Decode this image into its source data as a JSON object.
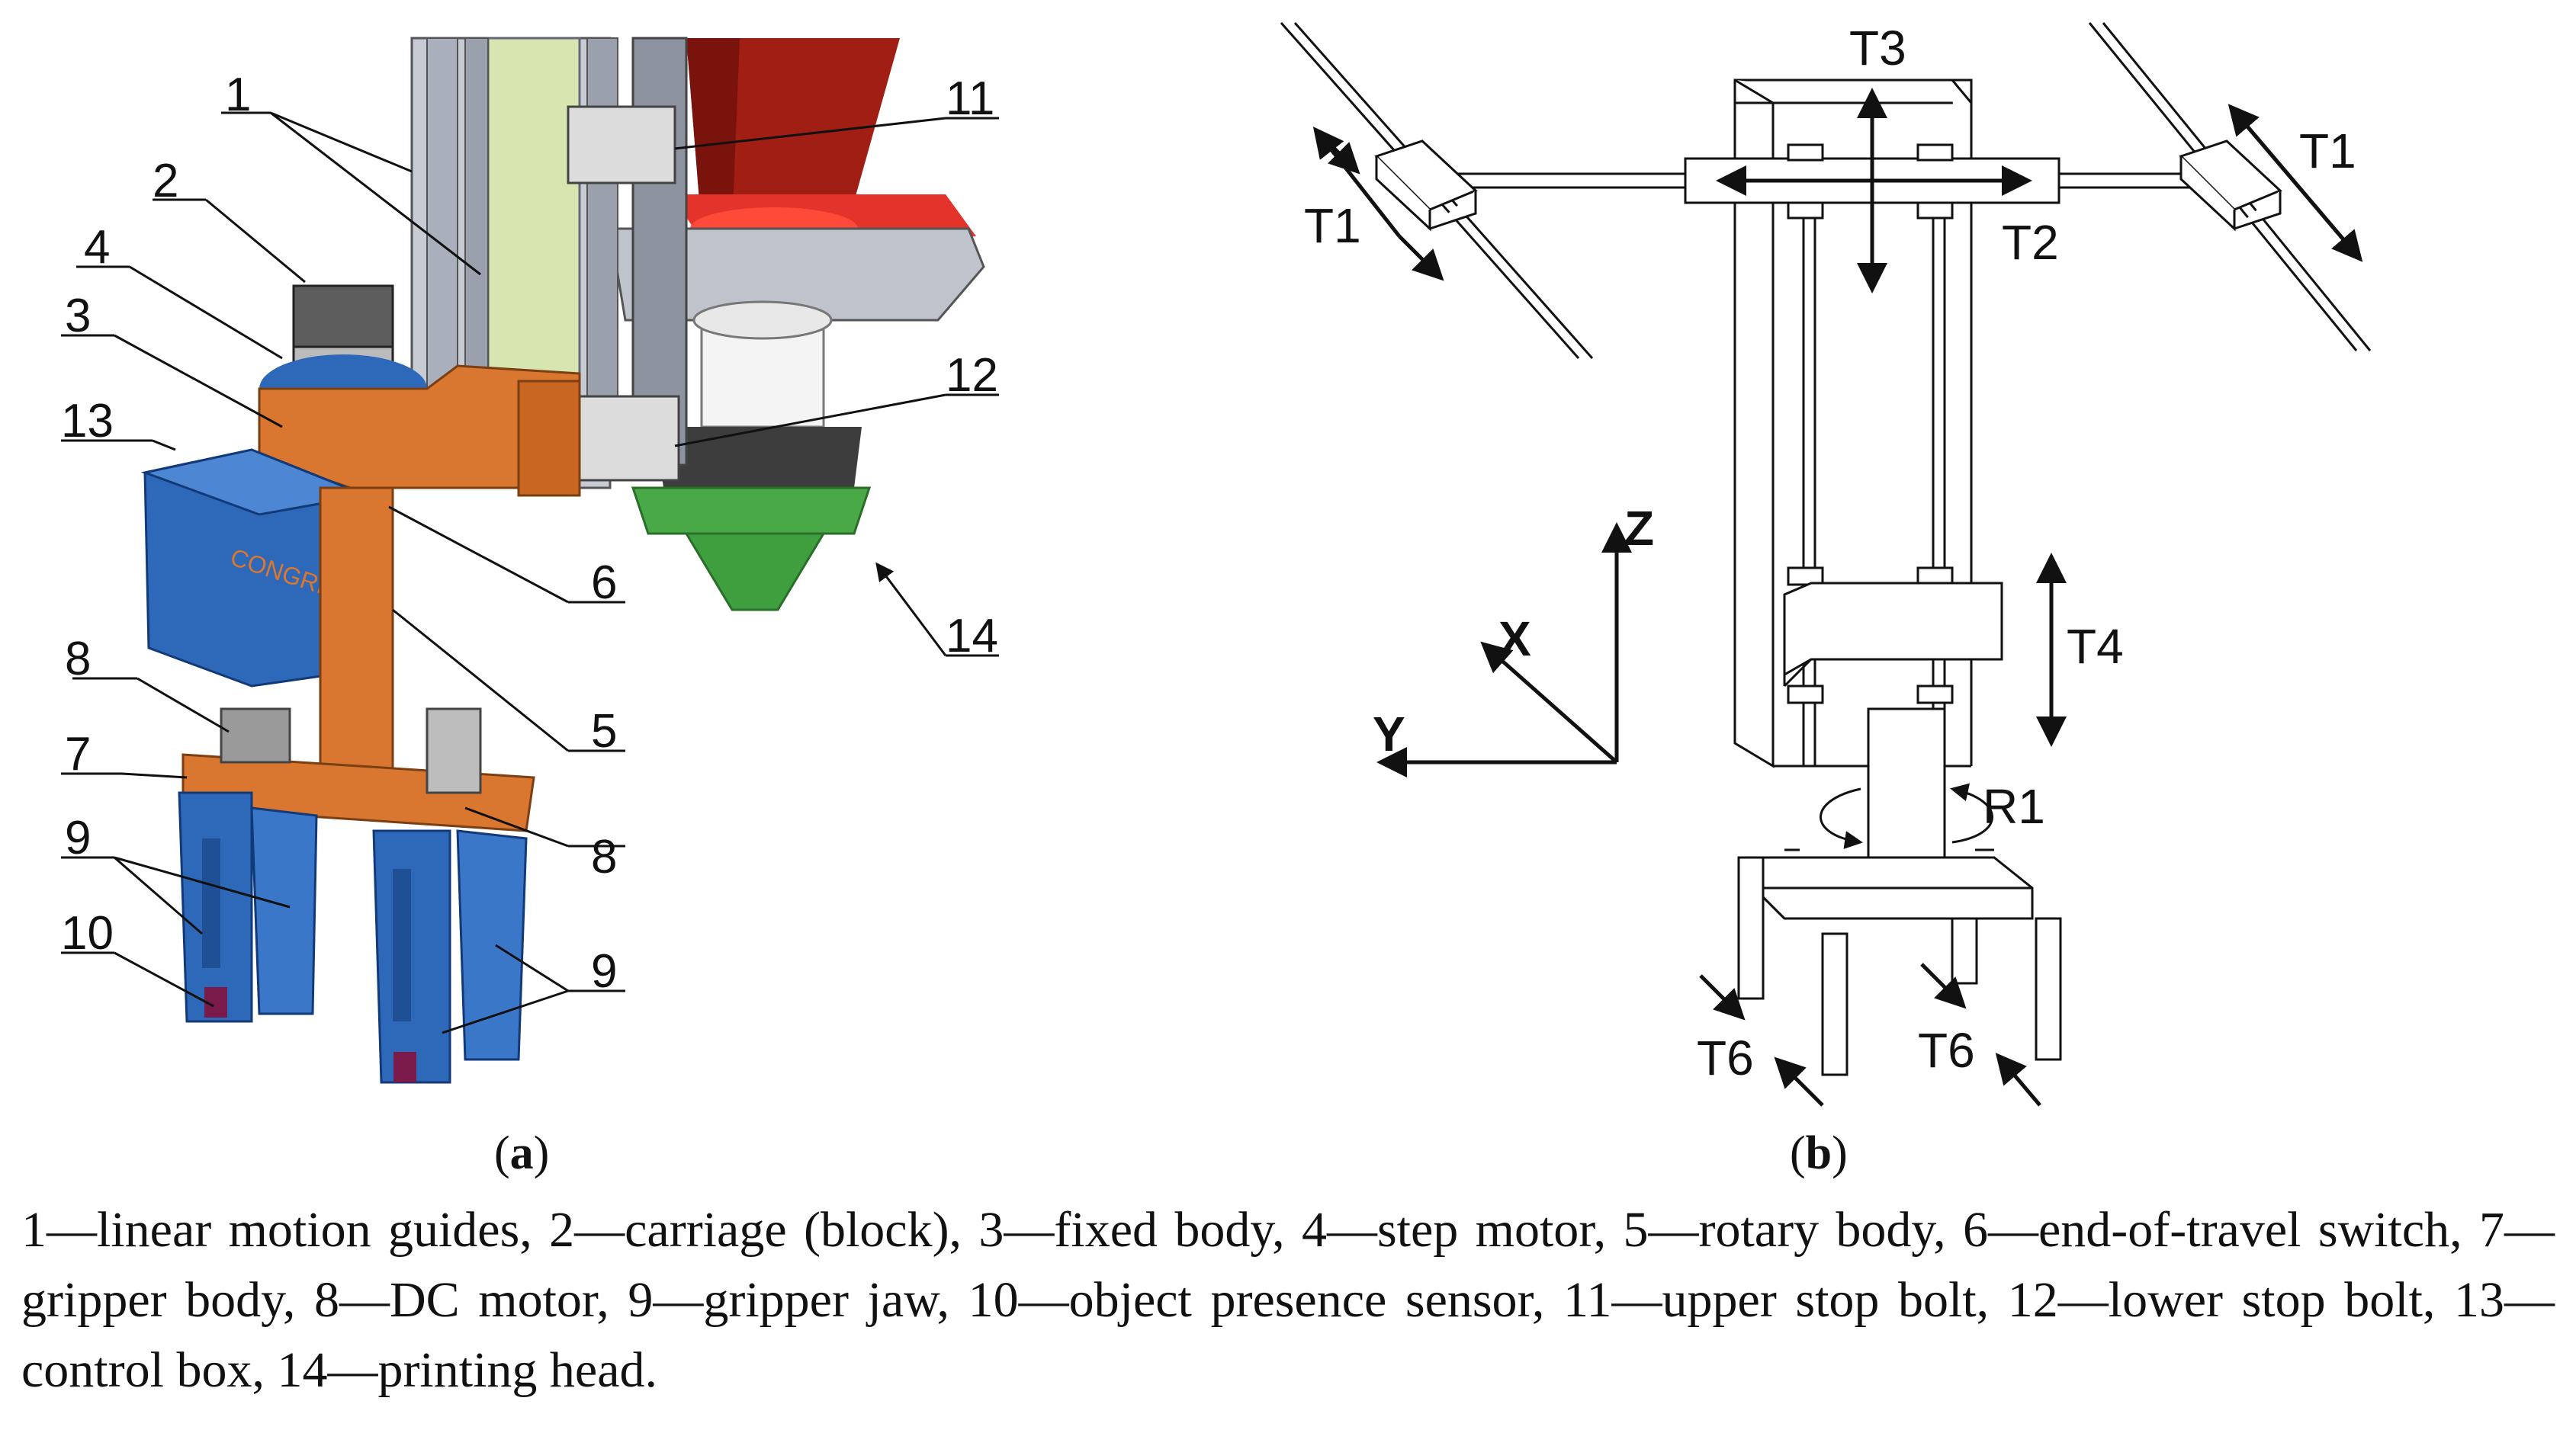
{
  "panel_a": {
    "callouts": [
      "1",
      "2",
      "4",
      "3",
      "13",
      "6",
      "8",
      "7",
      "5",
      "9",
      "10",
      "8",
      "9",
      "11",
      "12",
      "14"
    ],
    "logo_text": "CONGRIP"
  },
  "panel_b": {
    "labels": {
      "t3": "T3",
      "t1_left": "T1",
      "t1_right": "T1",
      "t2": "T2",
      "z": "Z",
      "x": "X",
      "y": "Y",
      "t4": "T4",
      "r1": "R1",
      "t6_left": "T6",
      "t6_right": "T6"
    }
  },
  "subfigure_labels": {
    "a_open": "(",
    "a": "a",
    "a_close": ")",
    "b_open": "(",
    "b": "b",
    "b_close": ")"
  },
  "caption": "1—linear motion guides, 2—carriage (block), 3—fixed body, 4—step motor, 5—rotary body, 6—end-of-travel switch, 7—gripper body, 8—DC motor, 9—gripper jaw, 10—object presence sensor, 11—upper stop bolt, 12—lower stop bolt, 13—control box, 14—printing head.",
  "colors": {
    "orange": "#d9762f",
    "blue": "#2e68b8",
    "red": "#a01e14",
    "green": "#49ad48",
    "grey": "#a9aeb8"
  }
}
